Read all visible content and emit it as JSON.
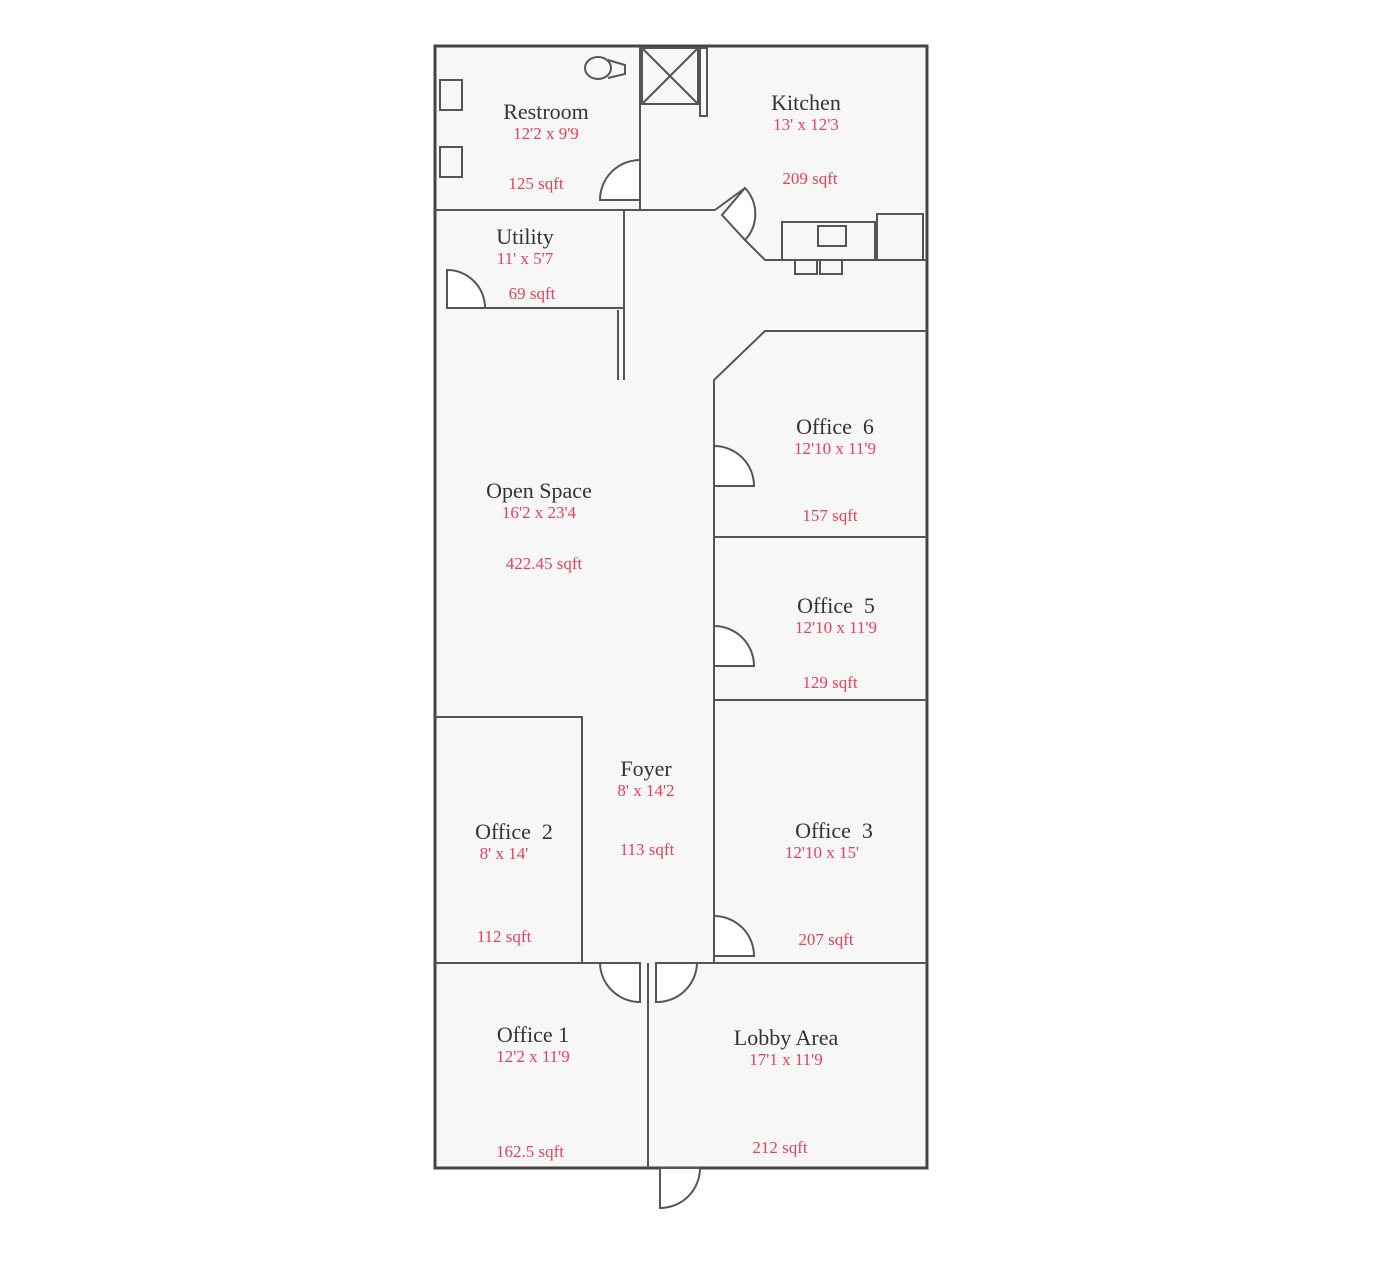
{
  "plan": {
    "wall_color": "#444444",
    "floor_color": "#f7f7f7",
    "label_color": "#333333",
    "dim_color": "#e8405a",
    "rooms": [
      {
        "name": "Restroom",
        "dims": "12'2 x 9'9",
        "area": "125 sqft"
      },
      {
        "name": "Kitchen",
        "dims": "13' x 12'3",
        "area": "209 sqft"
      },
      {
        "name": "Utility",
        "dims": "11' x 5'7",
        "area": "69 sqft"
      },
      {
        "name": "Office  6",
        "dims": "12'10 x 11'9",
        "area": "157 sqft"
      },
      {
        "name": "Open Space",
        "dims": "16'2 x 23'4",
        "area": "422.45 sqft"
      },
      {
        "name": "Office  5",
        "dims": "12'10 x 11'9",
        "area": "129 sqft"
      },
      {
        "name": "Foyer",
        "dims": "8' x 14'2",
        "area": "113 sqft"
      },
      {
        "name": "Office  2",
        "dims": "8' x 14'",
        "area": "112 sqft"
      },
      {
        "name": "Office  3",
        "dims": "12'10 x 15'",
        "area": "207 sqft"
      },
      {
        "name": "Office 1",
        "dims": "12'2 x 11'9",
        "area": "162.5 sqft"
      },
      {
        "name": "Lobby Area",
        "dims": "17'1 x 11'9",
        "area": "212 sqft"
      }
    ],
    "fixtures": [
      "toilet-icon",
      "sink-icon",
      "sink-icon",
      "shower-icon",
      "kitchen-sink-icon",
      "appliance-icon"
    ]
  }
}
